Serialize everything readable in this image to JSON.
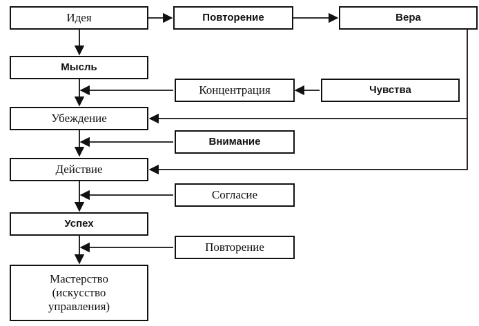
{
  "nodes": {
    "idea": "Идея",
    "repetition_top": "Повторение",
    "faith": "Вера",
    "thought": "Мысль",
    "concentration": "Концентрация",
    "feelings": "Чувства",
    "conviction": "Убеждение",
    "attention": "Внимание",
    "action": "Действие",
    "agreement": "Согласие",
    "success": "Успех",
    "repetition_bottom": "Повторение",
    "mastery_lines": [
      "Мастерство",
      "(искусство",
      "управления)"
    ]
  },
  "colors": {
    "stroke": "#111111",
    "background": "#ffffff"
  }
}
